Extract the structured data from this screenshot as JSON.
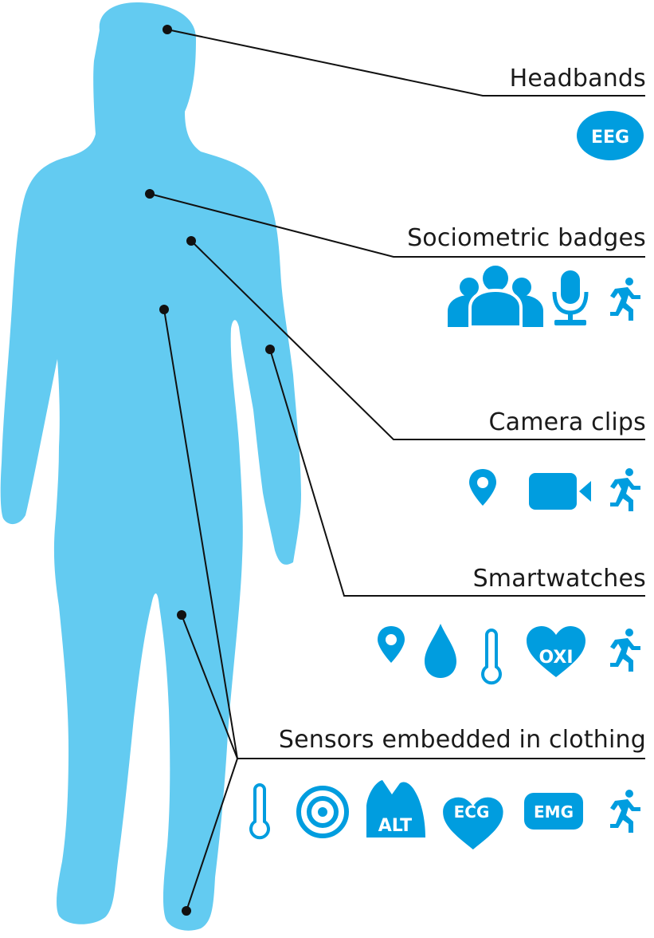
{
  "colors": {
    "body": "#63cbf1",
    "icon": "#009ddf",
    "line": "#111111",
    "text": "#1a1a1a"
  },
  "categories": [
    {
      "id": "headbands",
      "label": "Headbands",
      "icons": [
        "eeg-badge-icon"
      ],
      "badge": "EEG"
    },
    {
      "id": "sociometric",
      "label": "Sociometric badges",
      "icons": [
        "group-icon",
        "microphone-icon",
        "running-person-icon"
      ]
    },
    {
      "id": "camera",
      "label": "Camera clips",
      "icons": [
        "location-pin-icon",
        "video-camera-icon",
        "running-person-icon"
      ]
    },
    {
      "id": "smartwatch",
      "label": "Smartwatches",
      "icons": [
        "location-pin-icon",
        "water-drop-icon",
        "thermometer-icon",
        "oxi-heart-icon",
        "running-person-icon"
      ],
      "badge": "OXI"
    },
    {
      "id": "clothing",
      "label": "Sensors embedded in clothing",
      "icons": [
        "thermometer-icon",
        "target-icon",
        "alt-mountain-icon",
        "ecg-heart-icon",
        "emg-badge-icon",
        "running-person-icon"
      ],
      "badges": {
        "alt": "ALT",
        "ecg": "ECG",
        "emg": "EMG"
      }
    }
  ]
}
